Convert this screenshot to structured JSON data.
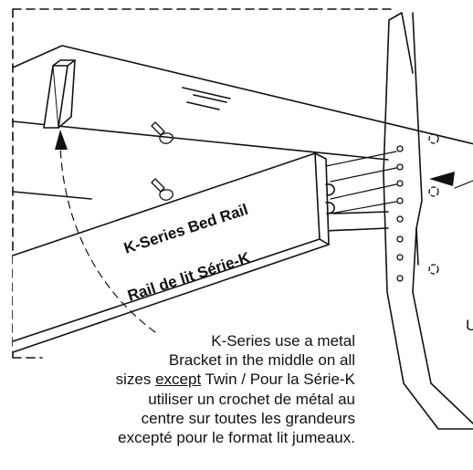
{
  "rail_label": {
    "en": "K-Series Bed Rail",
    "fr": "Rail de lit Série-K"
  },
  "note": {
    "line1": "K-Series use a metal",
    "line2": "Bracket in the middle on all",
    "line3_pre": "sizes ",
    "line3_except": "except",
    "line3_post": " Twin / Pour la Série-K",
    "line4": "utiliser un crochet de métal au",
    "line5": "centre sur toutes les grandeurs",
    "line6": "excepté pour le format lit jumeaux."
  },
  "edge_letter": "U",
  "colors": {
    "ink": "#111111",
    "background": "#ffffff"
  }
}
